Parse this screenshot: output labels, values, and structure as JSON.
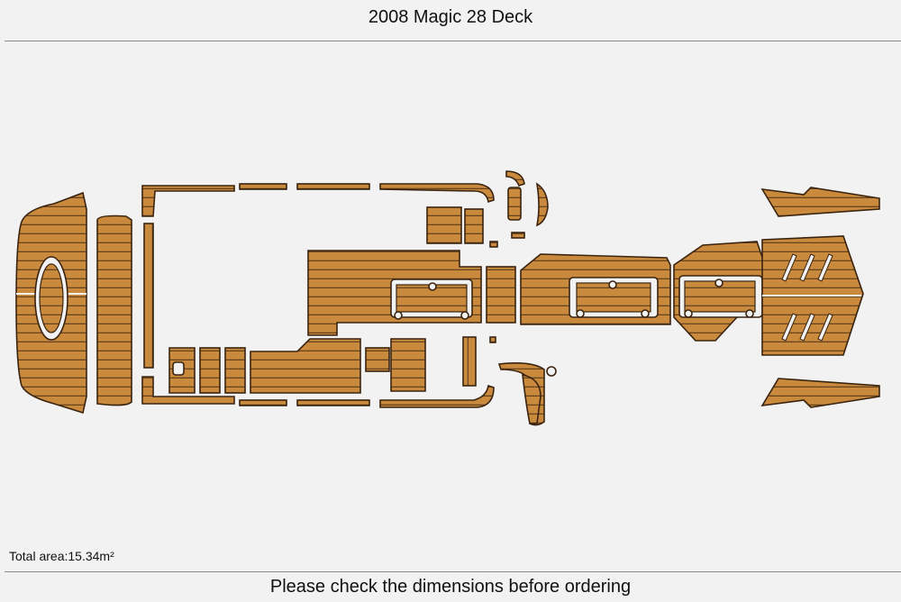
{
  "header": {
    "title": "2008 Magic 28 Deck"
  },
  "footer": {
    "total_area": "Total area:15.34m²",
    "note": "Please check the dimensions before ordering"
  },
  "colors": {
    "background": "#f2f2f2",
    "pad_fill": "#c98a3e",
    "pad_outline": "#3a2410",
    "groove": "#5a3a1a",
    "cutout": "#f2f2f2"
  }
}
